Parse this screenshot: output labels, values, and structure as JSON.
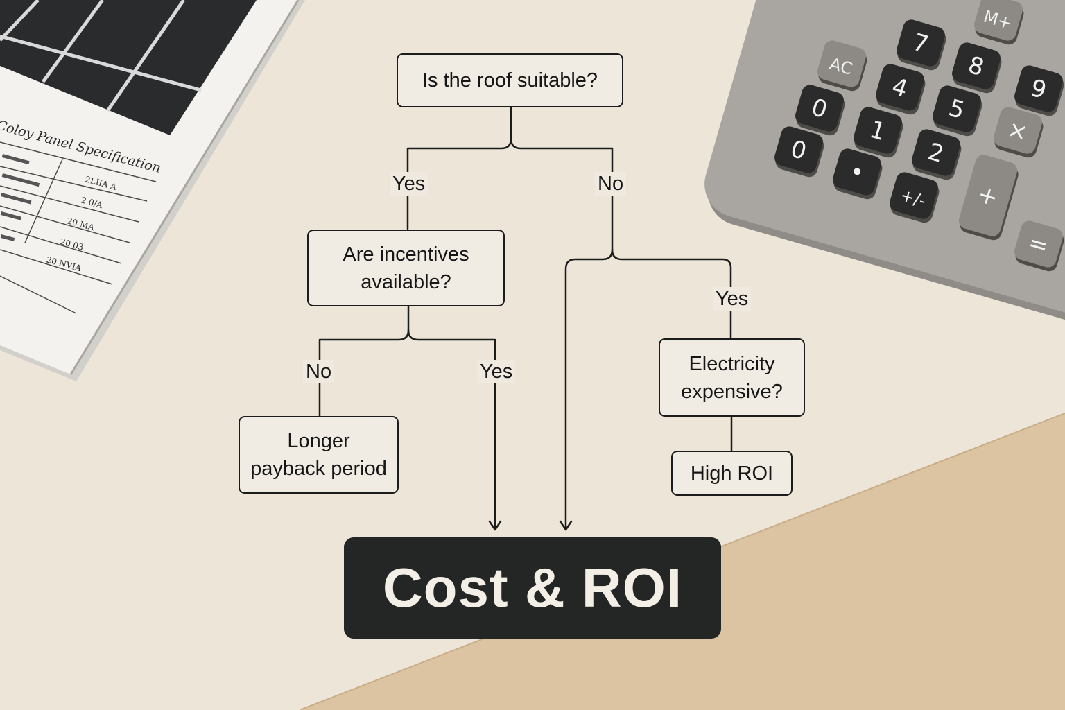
{
  "diagram": {
    "nodes": {
      "roof": "Is the roof suitable?",
      "incentives_line1": "Are incentives",
      "incentives_line2": "available?",
      "longer_line1": "Longer",
      "longer_line2": "payback period",
      "electricity_line1": "Electricity",
      "electricity_line2": "expensive?",
      "high_roi": "High ROI",
      "final": "Cost & ROI"
    },
    "edge_labels": {
      "roof_yes": "Yes",
      "roof_no": "No",
      "incentives_no": "No",
      "incentives_yes": "Yes",
      "electricity_yes": "Yes"
    }
  },
  "spec_sheet": {
    "title": "Coloy Panel Specification",
    "rows": [
      "2LIIA A",
      "2 0/A",
      "20 MA",
      "20 03",
      "20 NVIA"
    ]
  },
  "calculator": {
    "keys": [
      "M+",
      "7",
      "8",
      "9",
      "AC",
      "4",
      "5",
      "×",
      "0",
      "1",
      "2",
      "+",
      "0",
      "•",
      "+/-",
      "="
    ]
  },
  "colors": {
    "background": "#ede5d8",
    "wood": "#dcc3a1",
    "final_box": "#232625",
    "line": "#1c1c1c"
  }
}
